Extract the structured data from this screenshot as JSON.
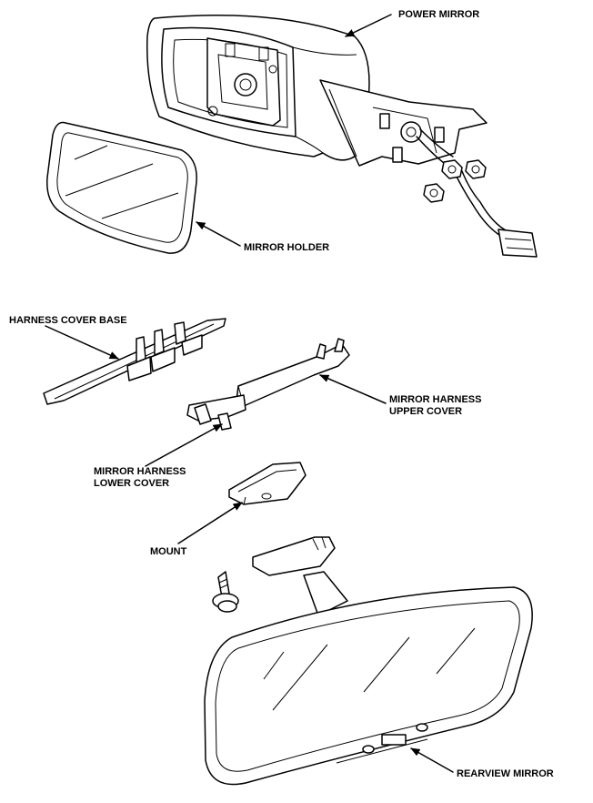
{
  "labels": {
    "power_mirror": "POWER MIRROR",
    "mirror_holder": "MIRROR HOLDER",
    "harness_cover_base": "HARNESS COVER BASE",
    "upper_cover_line1": "MIRROR HARNESS",
    "upper_cover_line2": "UPPER COVER",
    "lower_cover_line1": "MIRROR HARNESS",
    "lower_cover_line2": "LOWER COVER",
    "mount": "MOUNT",
    "rearview_mirror": "REARVIEW MIRROR"
  }
}
